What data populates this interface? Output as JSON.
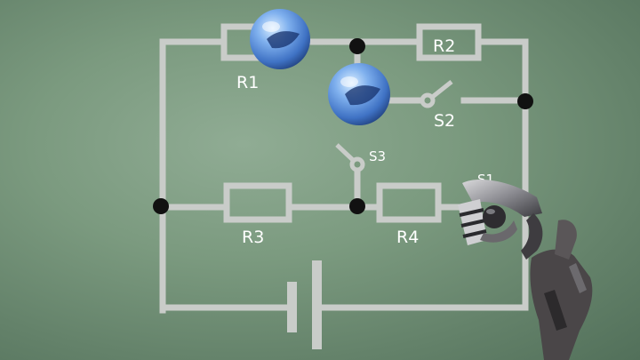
{
  "diagram": {
    "labels": {
      "r1": "R1",
      "r2": "R2",
      "r3": "R3",
      "r4": "R4",
      "s1": "S1",
      "s2": "S2",
      "s3": "S3"
    },
    "colors": {
      "background": "#7b9a7f",
      "wire": "#c9ccc9",
      "node": "#111111",
      "label": "#ffffff",
      "ball": "#4f86d6"
    }
  }
}
